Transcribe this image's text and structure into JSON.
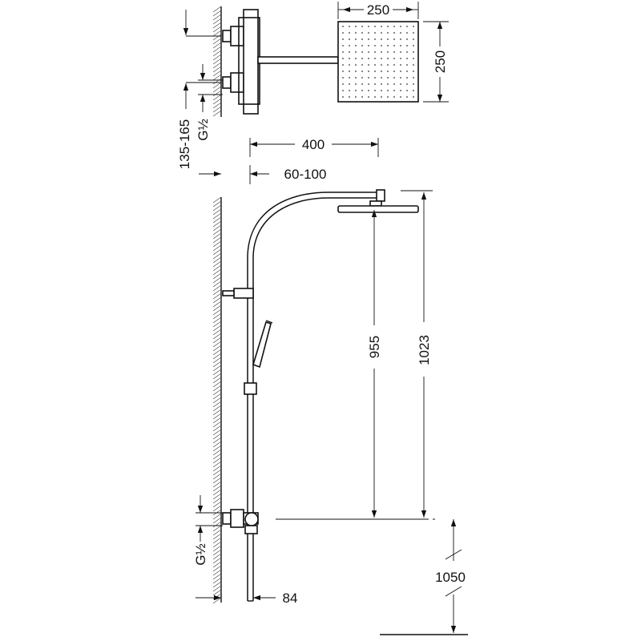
{
  "dimensions": {
    "head_width": "250",
    "head_depth": "250",
    "arm_reach": "400",
    "wall_offset": "60-100",
    "valve_spacing": "135-165",
    "inlet_thread_top": "G½",
    "inlet_thread_bottom": "G½",
    "head_to_valve_centre": "955",
    "total_to_valve_centre": "1023",
    "valve_to_floor": "1050",
    "bar_to_wall": "84"
  },
  "colors": {
    "line": "#111111",
    "wall_hatch": "#444444",
    "background": "#ffffff"
  }
}
